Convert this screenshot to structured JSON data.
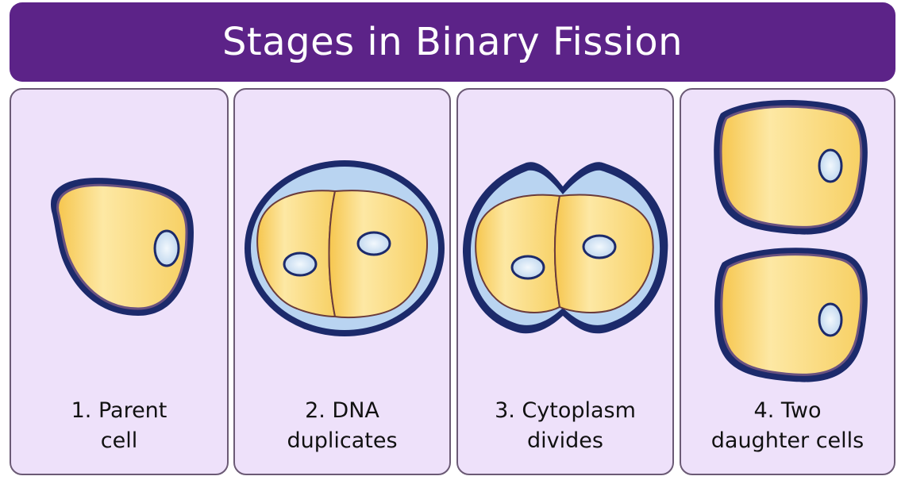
{
  "title": "Stages in Binary Fission",
  "stages": [
    {
      "caption_line1": "1. Parent",
      "caption_line2": "cell"
    },
    {
      "caption_line1": "2. DNA",
      "caption_line2": "duplicates"
    },
    {
      "caption_line1": "3. Cytoplasm",
      "caption_line2": "divides"
    },
    {
      "caption_line1": "4. Two",
      "caption_line2": "daughter cells"
    }
  ],
  "colors": {
    "title_bar": "#5c2388",
    "panel_background": "#eee1fa",
    "cytoplasm": "#f9d46a",
    "capsule": "#b9d4f1",
    "cell_wall": "#1c2a6b",
    "nucleoid": "#dceaf6"
  }
}
